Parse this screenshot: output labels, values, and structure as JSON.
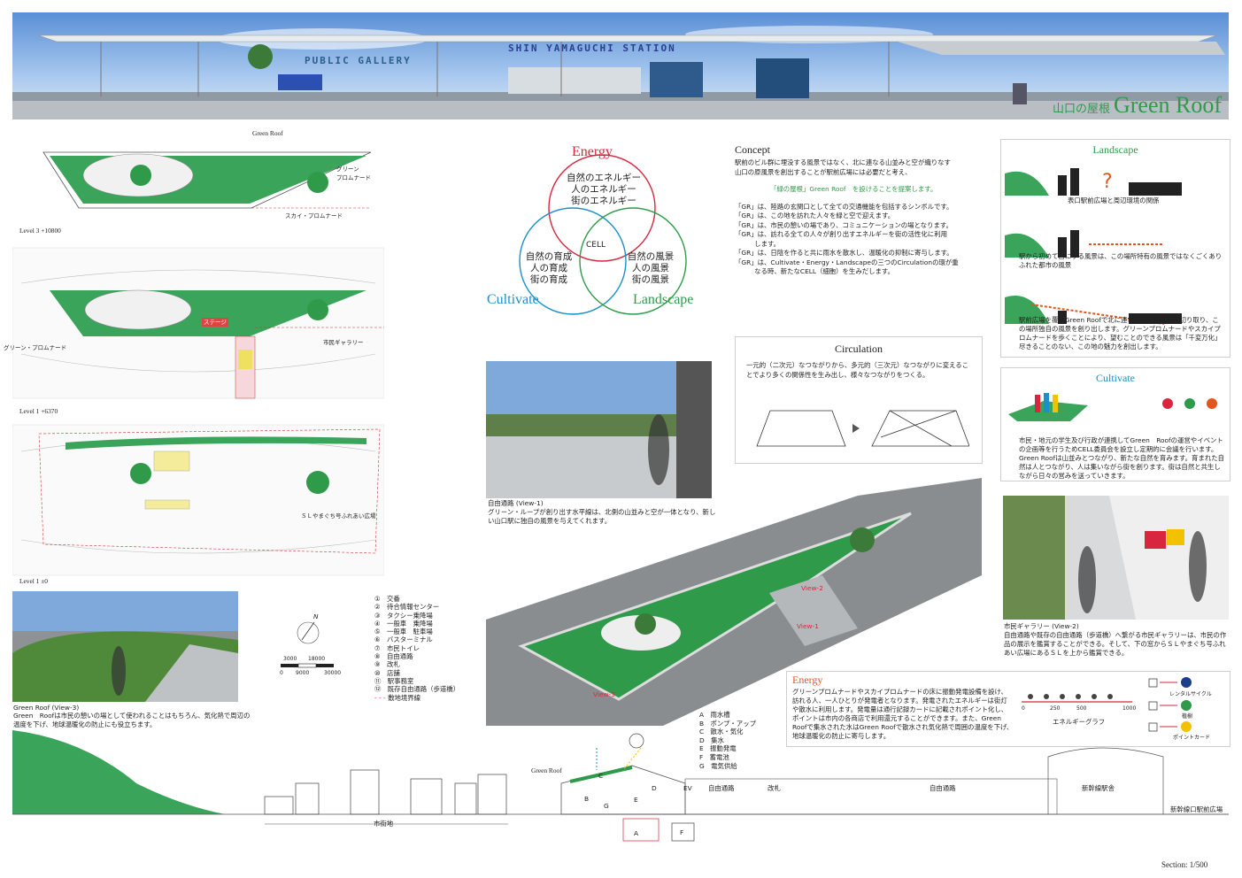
{
  "banner": {
    "station_sign": "SHIN YAMAGUCHI STATION",
    "gallery_sign": "PUBLIC GALLERY",
    "title_jp": "山口の屋根",
    "title_en": "Green Roof"
  },
  "plans": {
    "green_roof_label": "Green Roof",
    "green_promenade": "グリーン\nプロムナード",
    "sky_promenade": "スカイ・プロムナード",
    "level3": "Level 3 +10800",
    "level1a": "Level 1 +6370",
    "level1b": "Level 1 ±0",
    "stage": "ステージ",
    "citizen_gallery": "市民ギャラリー",
    "green_promenade_side": "グリーン・プロムナード",
    "sl_plaza": "ＳＬやまぐち号ふれあい広場"
  },
  "venn": {
    "energy": "Energy",
    "cultivate": "Cultivate",
    "landscape": "Landscape",
    "cell": "CELL",
    "energy_lines": [
      "自然のエネルギー",
      "人のエネルギー",
      "街のエネルギー"
    ],
    "cultivate_lines": [
      "自然の育成",
      "人の育成",
      "街の育成"
    ],
    "landscape_lines": [
      "自然の風景",
      "人の風景",
      "街の風景"
    ]
  },
  "concept": {
    "title": "Concept",
    "intro": [
      "駅前のビル群に埋没する風景ではなく、北に連なる山並みと空が織りなす",
      "山口の原風景を創出することが駅前広場には必要だと考え、"
    ],
    "proposal": "「緑の屋根」Green Roof　を設けることを提案します。",
    "gr_lines": [
      "「GR」は、陸路の玄関口として全ての交通機能を包括するシンボルです。",
      "「GR」は、この地を訪れた人々を緑と空で迎えます。",
      "「GR」は、市民の憩いの場であり、コミュニケーションの場となります。",
      "「GR」は、訪れる全ての人々が創り出すエネルギーを街の活性化に利用",
      "　　　します。",
      "「GR」は、日陰を作ると共に雨水を散水し、温暖化の抑制に寄与します。",
      "「GR」は、Cultivate・Energy・Landscapeの三つのCirculationの環が重",
      "　　　なる時、新たなCELL（細胞）を生みだします。"
    ]
  },
  "circulation": {
    "title": "Circulation",
    "text": [
      "一元的（二次元）なつながりから、多元的（三次元）なつながりに変えるこ",
      "とでより多くの関係性を生み出し、様々なつながりをつくる。"
    ]
  },
  "landscape_panel": {
    "title": "Landscape",
    "cap1": "表口駅前広場と周辺環境の関係",
    "cap2": [
      "駅から初めて目にする風景は、この場所特有の風景ではなくごくありふれた都市の風景"
    ],
    "cap3": [
      "駅前広場を覆うGreen Roofで北に連なる山並みと空を切り取り、この場所独自の風景を創り出します。グリーンプロムナードやスカイプロムナードを歩くことにより、望むことのできる風景は「千変万化」尽きることのない、この地の魅力を創出します。"
    ]
  },
  "cultivate_panel": {
    "title": "Cultivate",
    "text": [
      "市民・地元の学生及び行政が連携してGreen　Roofの運営やイベントの企画等を行うためCELL委員会を設立し定期的に会議を行います。Green Roofは山並みとつながり、新たな自然を育みます。育まれた自然は人とつながり、人は集いながら街を創ります。街は自然と共生しながら日々の営みを送っていきます。"
    ]
  },
  "view1": {
    "caption": "自由通路 (View-1)",
    "text": [
      "グリーン・ループが創り出す水平線は、北側の山並みと空が一体となり、新し",
      "い山口駅に独自の風景を与えてくれます。"
    ]
  },
  "view2": {
    "caption": "市民ギャラリー (View-2)",
    "text": [
      "自由通路や既存の自由通路（歩道橋）へ繋がる市民ギャラリーは、市民の作品の展示を鑑賞することができる。そして、下の窓からＳＬやまぐち号ふれあい広場にあるＳＬを上から鑑賞できる。"
    ]
  },
  "view3": {
    "caption": "Green Roof (View-3)",
    "text": [
      "Green　Roofは市民の憩いの場として使われることはもちろん、気化熱で周辺の",
      "温度を下げ、地球温暖化の防止にも役立ちます。"
    ]
  },
  "legend": {
    "items": [
      "①　交番",
      "②　待合情報センター",
      "③　タクシー乗降場",
      "④　一般車　乗降場",
      "⑤　一般車　駐車場",
      "⑥　バスターミナル",
      "⑦　市民トイレ",
      "⑧　自由通路",
      "⑨　改札",
      "⑩　店舗",
      "⑪　駅事務室",
      "⑫　既存自由通路（歩道橋）"
    ],
    "boundary": "敷地境界線",
    "north": "N",
    "scale_top": [
      "3000",
      "18000"
    ],
    "scale_bottom": [
      "0",
      "9000",
      "30000"
    ]
  },
  "axo": {
    "view1": "View-1",
    "view2": "View-2",
    "view3": "View-3"
  },
  "section_legend": [
    "A　雨水槽",
    "B　ポンプ・アップ",
    "C　散水・気化",
    "D　集水",
    "E　振動発電",
    "F　蓄電池",
    "G　電気供給"
  ],
  "energy_panel": {
    "title": "Energy",
    "text": [
      "グリーンプロムナードやスカイプロムナードの床に振動発電設備を設け、訪れる人、一人ひとりが発電者となります。発電されたエネルギーは街灯や散水に利用します。発電量は通行記録カードに記載されポイント化し、ポイントは市内の各商店で利用還元することができます。また、Green Roofで集水された水はGreen Roofで散水され気化熱で周囲の温度を下げ、地球温暖化の防止に寄与します。"
    ],
    "graph_ticks": [
      "0",
      "250",
      "500",
      "1000"
    ],
    "graph_label": "エネルギーグラフ",
    "rental": "レンタルサイクル",
    "tree": "植樹",
    "point_card": "ポイントカード"
  },
  "section": {
    "green_roof": "Green Roof",
    "city": "市街地",
    "free_passage1": "自由通路",
    "gate": "改札",
    "free_passage2": "自由通路",
    "shinkansen": "新幹線駅舎",
    "plaza": "新幹線口駅前広場",
    "ev": "EV",
    "letters": [
      "A",
      "B",
      "C",
      "D",
      "E",
      "F",
      "G"
    ],
    "scale": "Section: 1/500"
  },
  "colors": {
    "green": "#2e9a4a",
    "red": "#d7263d",
    "blue": "#1a8fc9",
    "darkgreen": "#1f7a2e",
    "orange": "#e0561d"
  }
}
